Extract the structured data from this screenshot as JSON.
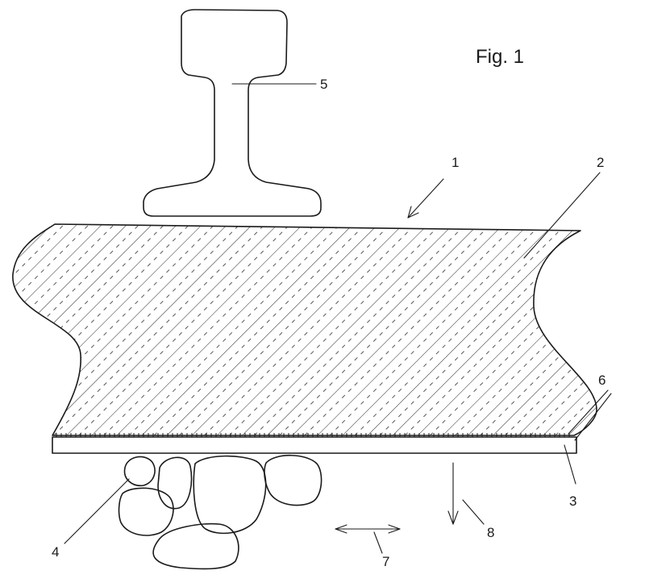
{
  "figure_label": "Fig. 1",
  "labels": {
    "l1": "1",
    "l2": "2",
    "l3": "3",
    "l4": "4",
    "l5": "5",
    "l6": "6",
    "l7": "7",
    "l8": "8"
  }
}
